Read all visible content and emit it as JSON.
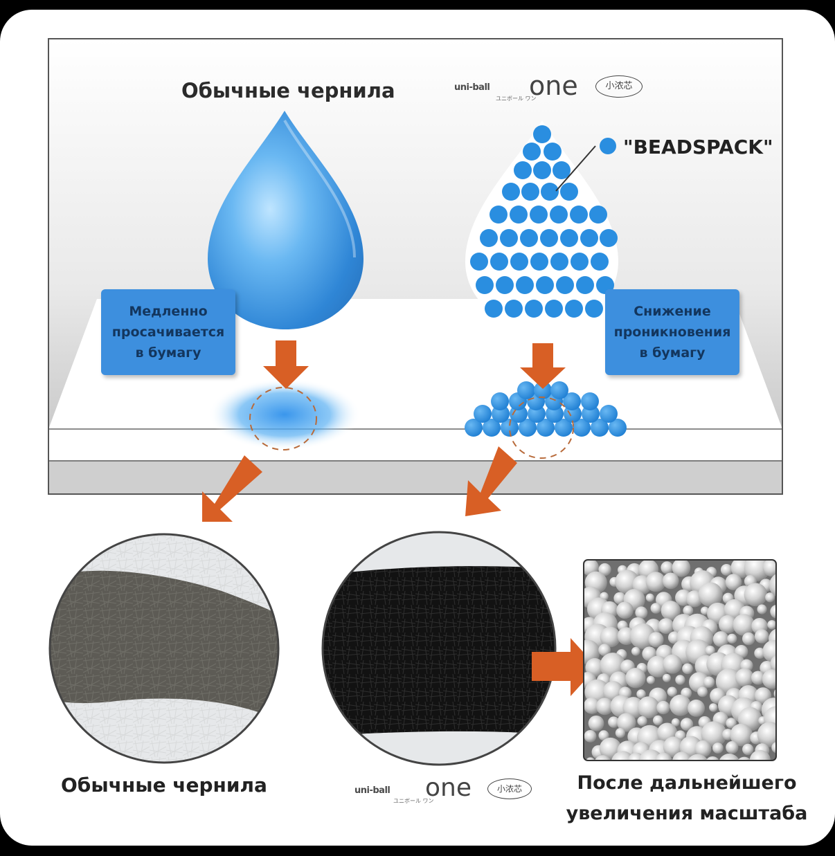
{
  "top": {
    "regular_title": "Обычные чернила",
    "brand": {
      "wordmark": "uni-ball",
      "product": "one",
      "kana": "ユニボール ワン",
      "seal": "小浓芯"
    },
    "beads_label": "\"BEADSPACK\"",
    "callout_left": [
      "Медленно",
      "просачивается",
      "в бумагу"
    ],
    "callout_right": [
      "Снижение",
      "проникновения",
      "в бумагу"
    ]
  },
  "bottom": {
    "regular_caption": "Обычные чернила",
    "brand": {
      "wordmark": "uni-ball",
      "product": "one",
      "kana": "ユニボール ワン",
      "seal": "小浓芯"
    },
    "zoom_caption_1": "После дальнейшего",
    "zoom_caption_2": "увеличения масштаба"
  },
  "colors": {
    "drop_blue": "#3d95e0",
    "bead_blue": "#2a8ee0",
    "arrow_orange": "#d85f25",
    "callout_blue": "#3d8fde"
  }
}
